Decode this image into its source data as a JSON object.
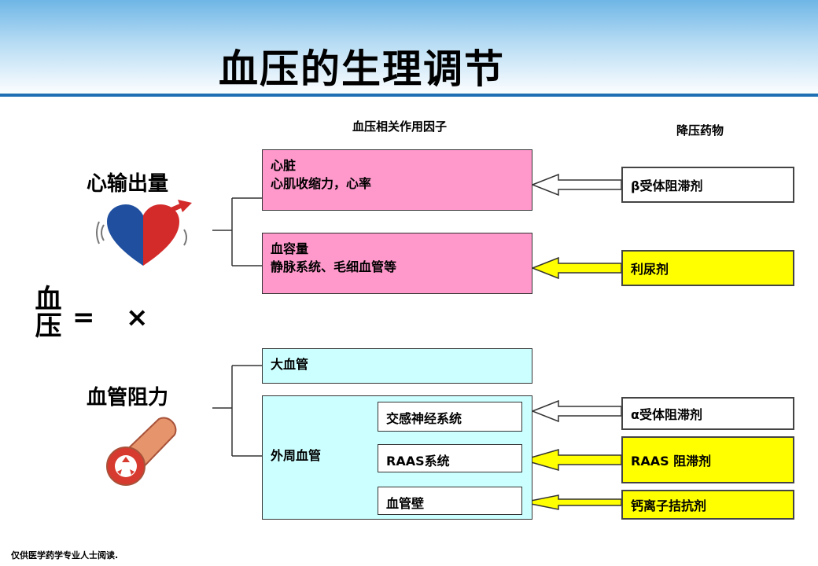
{
  "title": "血压的生理调节",
  "column_headers": {
    "factors": "血压相关作用因子",
    "drugs": "降压药物"
  },
  "formula": {
    "lhs": "血压",
    "equals": "=",
    "times": "×"
  },
  "cardiac_output": {
    "label": "心输出量",
    "boxes": [
      {
        "line1": "心脏",
        "line2": "心肌收缩力，心率"
      },
      {
        "line1": "血容量",
        "line2": "静脉系统、毛细血管等"
      }
    ]
  },
  "vascular_resistance": {
    "label": "血管阻力",
    "large_vessel": "大血管",
    "peripheral": {
      "label": "外周血管",
      "items": [
        "交感神经系统",
        "RAAS系统",
        "血管壁"
      ]
    }
  },
  "drugs": [
    "β受体阻滞剂",
    "利尿剂",
    "α受体阻滞剂",
    "RAAS 阻滞剂",
    "钙离子拮抗剂"
  ],
  "colors": {
    "pink": "#ff99cc",
    "cyan": "#ccffff",
    "yellow": "#ffff00",
    "header_line": "#1f6fb4"
  },
  "footer": "仅供医学药学专业人士阅读."
}
